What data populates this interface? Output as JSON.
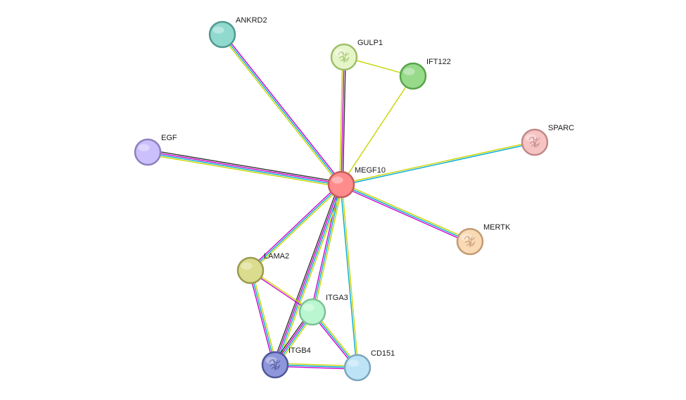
{
  "nodes": [
    {
      "id": "MEGF10",
      "label": "MEGF10",
      "fill": "#ff8c8c",
      "stroke": "#c85c5c",
      "center": true
    },
    {
      "id": "ANKRD2",
      "label": "ANKRD2",
      "fill": "#8fd9cf",
      "stroke": "#4f9990"
    },
    {
      "id": "GULP1",
      "label": "GULP1",
      "fill": "#e6f5c8",
      "stroke": "#9dbe6a",
      "structure": true
    },
    {
      "id": "IFT122",
      "label": "IFT122",
      "fill": "#97db8a",
      "stroke": "#56a548"
    },
    {
      "id": "SPARC",
      "label": "SPARC",
      "fill": "#f7c4c4",
      "stroke": "#c08888",
      "structure": true
    },
    {
      "id": "EGF",
      "label": "EGF",
      "fill": "#ccc0fc",
      "stroke": "#8c80bd"
    },
    {
      "id": "MERTK",
      "label": "MERTK",
      "fill": "#fad9b5",
      "stroke": "#c29a72",
      "structure": true
    },
    {
      "id": "LAMA2",
      "label": "LAMA2",
      "fill": "#dcdc8e",
      "stroke": "#9a9a4e"
    },
    {
      "id": "ITGA3",
      "label": "ITGA3",
      "fill": "#baf7d0",
      "stroke": "#7cc196"
    },
    {
      "id": "ITGB4",
      "label": "ITGB4",
      "fill": "#8f97db",
      "stroke": "#4f5799",
      "structure": true
    },
    {
      "id": "CD151",
      "label": "CD151",
      "fill": "#bde3f7",
      "stroke": "#7ca6bd"
    }
  ],
  "edges": [
    {
      "from": "MEGF10",
      "to": "ANKRD2",
      "colors": [
        "#c8d400",
        "#00aacc",
        "#cc00cc"
      ]
    },
    {
      "from": "MEGF10",
      "to": "GULP1",
      "colors": [
        "#c8d400",
        "#cc00cc",
        "#333333"
      ]
    },
    {
      "from": "MEGF10",
      "to": "IFT122",
      "colors": [
        "#c8d400"
      ]
    },
    {
      "from": "GULP1",
      "to": "IFT122",
      "colors": [
        "#c8d400"
      ]
    },
    {
      "from": "MEGF10",
      "to": "SPARC",
      "colors": [
        "#c8d400",
        "#00aacc"
      ]
    },
    {
      "from": "MEGF10",
      "to": "EGF",
      "colors": [
        "#c8d400",
        "#00aacc",
        "#cc00cc",
        "#333333"
      ]
    },
    {
      "from": "MEGF10",
      "to": "MERTK",
      "colors": [
        "#c8d400",
        "#00aacc",
        "#cc00cc"
      ]
    },
    {
      "from": "MEGF10",
      "to": "LAMA2",
      "colors": [
        "#c8d400",
        "#00aacc",
        "#cc00cc"
      ]
    },
    {
      "from": "MEGF10",
      "to": "ITGA3",
      "colors": [
        "#c8d400",
        "#00aacc",
        "#cc00cc"
      ]
    },
    {
      "from": "MEGF10",
      "to": "ITGB4",
      "colors": [
        "#c8d400",
        "#00aacc",
        "#cc00cc",
        "#333333"
      ]
    },
    {
      "from": "MEGF10",
      "to": "CD151",
      "colors": [
        "#c8d400",
        "#00aacc"
      ]
    },
    {
      "from": "LAMA2",
      "to": "ITGA3",
      "colors": [
        "#c8d400",
        "#cc00cc"
      ]
    },
    {
      "from": "LAMA2",
      "to": "ITGB4",
      "colors": [
        "#c8d400",
        "#00aacc",
        "#cc00cc"
      ]
    },
    {
      "from": "ITGA3",
      "to": "ITGB4",
      "colors": [
        "#c8d400",
        "#00aacc",
        "#cc00cc",
        "#333333"
      ]
    },
    {
      "from": "ITGA3",
      "to": "CD151",
      "colors": [
        "#c8d400",
        "#00aacc",
        "#cc00cc"
      ]
    },
    {
      "from": "ITGB4",
      "to": "CD151",
      "colors": [
        "#c8d400",
        "#00aacc",
        "#cc00cc"
      ]
    }
  ]
}
